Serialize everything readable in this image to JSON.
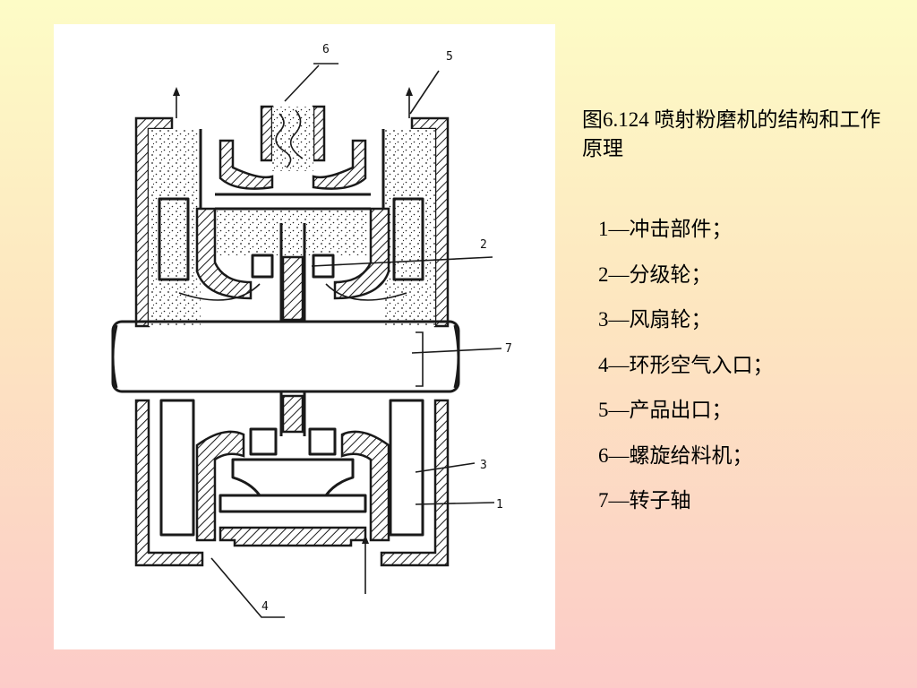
{
  "caption": "图6.124  喷射粉磨机的结构和工作原理",
  "legend": [
    "1—冲击部件；",
    "2—分级轮；",
    "3—风扇轮；",
    "4—环形空气入口；",
    "5—产品出口；",
    "6—螺旋给料机；",
    "7—转子轴"
  ],
  "diagram_labels": {
    "n1": "1",
    "n2": "2",
    "n3": "3",
    "n4": "4",
    "n5": "5",
    "n6": "6",
    "n7": "7"
  },
  "colors": {
    "background_top": "#fdfcc6",
    "background_bottom": "#fccbc8",
    "figure_background": "#ffffff",
    "ink": "#1a1a1a"
  }
}
